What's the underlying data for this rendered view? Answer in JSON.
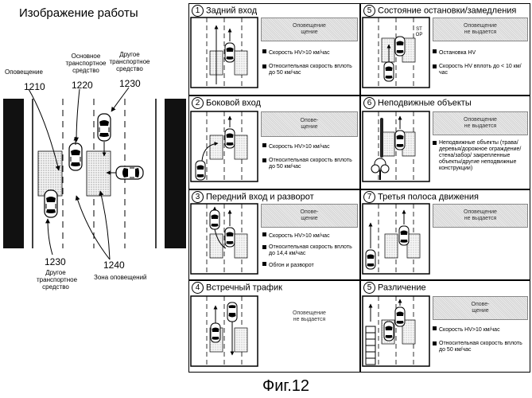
{
  "left": {
    "title": "Изображение работы",
    "labels": {
      "alert": "Оповещение",
      "main_vehicle": "Основное транспортное средство",
      "other_vehicle_top": "Другое транспортное средство",
      "other_vehicle_bottom": "Другое транспортное средство",
      "alert_zone": "Зона оповещений"
    },
    "refs": {
      "r1210": "1210",
      "r1220": "1220",
      "r1230a": "1230",
      "r1230b": "1230",
      "r1240": "1240"
    }
  },
  "panels": [
    {
      "num": "1",
      "title": "Задний вход",
      "warning": "Оповещение",
      "warning2": "щение",
      "conditions": [
        "Скорость HV>10 км/час",
        "Относительная скорость вплоть до 50 км/час"
      ]
    },
    {
      "num": "2",
      "title": "Боковой вход",
      "warning": "Опове-",
      "warning2": "щение",
      "conditions": [
        "Скорость HV>10 км/час",
        "Относительная скорость вплоть до 50 км/час"
      ]
    },
    {
      "num": "3",
      "title": "Передний вход и разворот",
      "warning": "Опове-",
      "warning2": "щение",
      "conditions": [
        "Скорость HV>10 км/час",
        "Относительная скорость вплоть до 14,4 км/час",
        "Обгон и разворот"
      ]
    },
    {
      "num": "4",
      "title": "Встречный трафик",
      "warning": "Оповещение",
      "warning2": "не выдается",
      "conditions": []
    },
    {
      "num": "5",
      "title": "Состояние остановки/замедления",
      "warning": "Оповещение",
      "warning2": "не выдается",
      "conditions": [
        "Остановка HV",
        "Скорость HV вплоть до < 10 км/час"
      ],
      "stop": "ST OP"
    },
    {
      "num": "6",
      "title": "Неподвижные объекты",
      "warning": "Оповещение",
      "warning2": "не выдается",
      "conditions": [
        "Неподвижные объекты (трава/деревья/дорожное ограждение/стена/забор/ закрепленные объекты/другие неподвижные конструкции)"
      ]
    },
    {
      "num": "7",
      "title": "Третья полоса движения",
      "warning": "Оповещение",
      "warning2": "не выдается",
      "conditions": []
    },
    {
      "num": "5",
      "title": "Различение",
      "warning": "Опове-",
      "warning2": "щение",
      "conditions": [
        "Скорость HV>10 км/час",
        "Относительная скорость вплоть до 50 км/час"
      ]
    }
  ],
  "figure_caption": "Фиг.12"
}
